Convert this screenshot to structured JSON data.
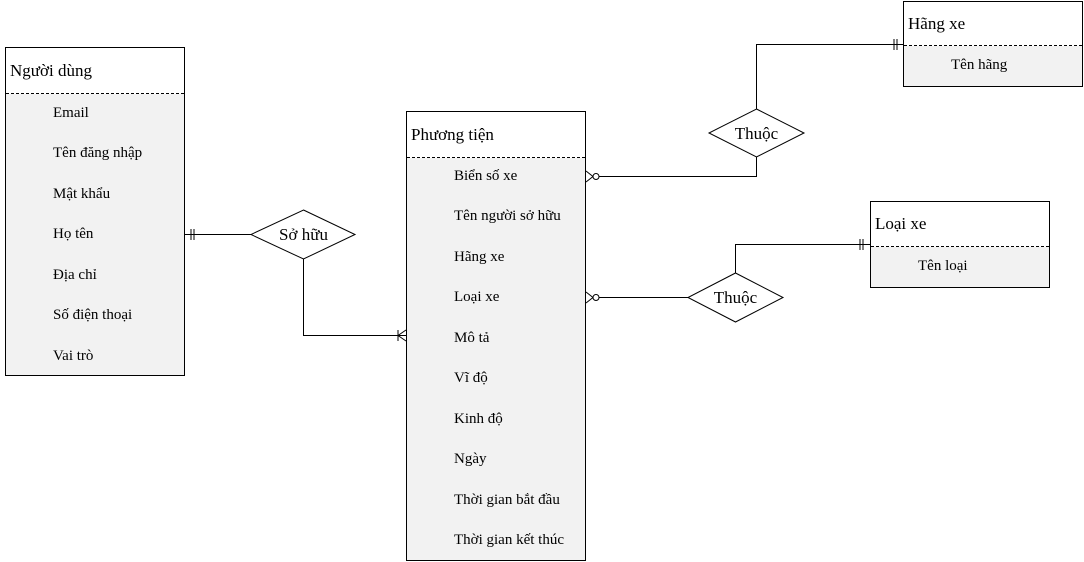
{
  "entities": {
    "nguoi_dung": {
      "name": "Người dùng",
      "attributes": [
        "Email",
        "Tên đăng nhập",
        "Mật khẩu",
        "Họ tên",
        "Địa chỉ",
        "Số điện thoại",
        "Vai trò"
      ]
    },
    "phuong_tien": {
      "name": "Phương tiện",
      "attributes": [
        "Biển số xe",
        "Tên người sở hữu",
        "Hãng xe",
        "Loại xe",
        "Mô tả",
        "Vĩ độ",
        "Kinh độ",
        "Ngày",
        "Thời gian bắt đầu",
        "Thời gian kết thúc"
      ]
    },
    "hang_xe": {
      "name": "Hãng xe",
      "attributes": [
        "Tên hãng"
      ]
    },
    "loai_xe": {
      "name": "Loại xe",
      "attributes": [
        "Tên loại"
      ]
    }
  },
  "relationships": {
    "so_huu": {
      "label": "Sở hữu"
    },
    "thuoc_hang": {
      "label": "Thuộc"
    },
    "thuoc_loai": {
      "label": "Thuộc"
    }
  }
}
